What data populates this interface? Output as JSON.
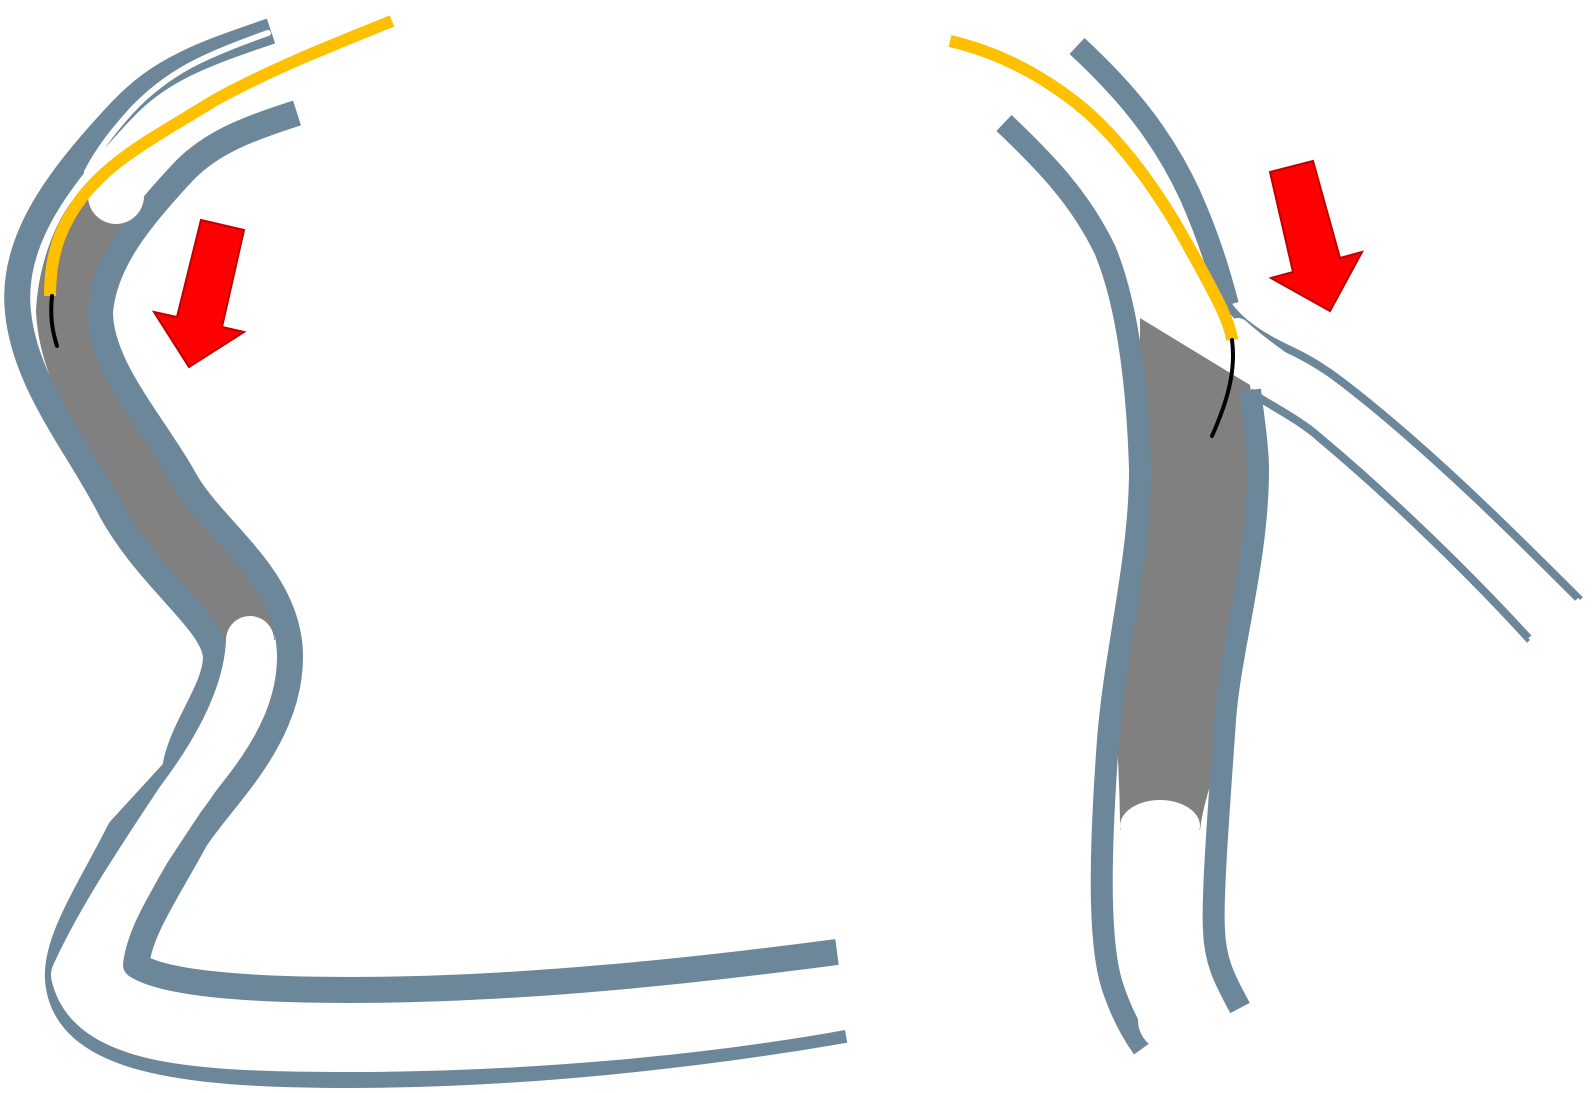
{
  "diagram": {
    "panels": [
      {
        "id": "left",
        "vessel_wall_color": "#6C869A",
        "lumen_fill_color": "#808080",
        "catheter_color": "#FFC000",
        "guidewire_color": "#000000",
        "arrow_color": "#FF0000",
        "arrow_direction": "down-left"
      },
      {
        "id": "right",
        "vessel_wall_color": "#6C869A",
        "lumen_fill_color": "#808080",
        "catheter_color": "#FFC000",
        "guidewire_color": "#000000",
        "arrow_color": "#FF0000",
        "arrow_direction": "down-right"
      }
    ]
  }
}
